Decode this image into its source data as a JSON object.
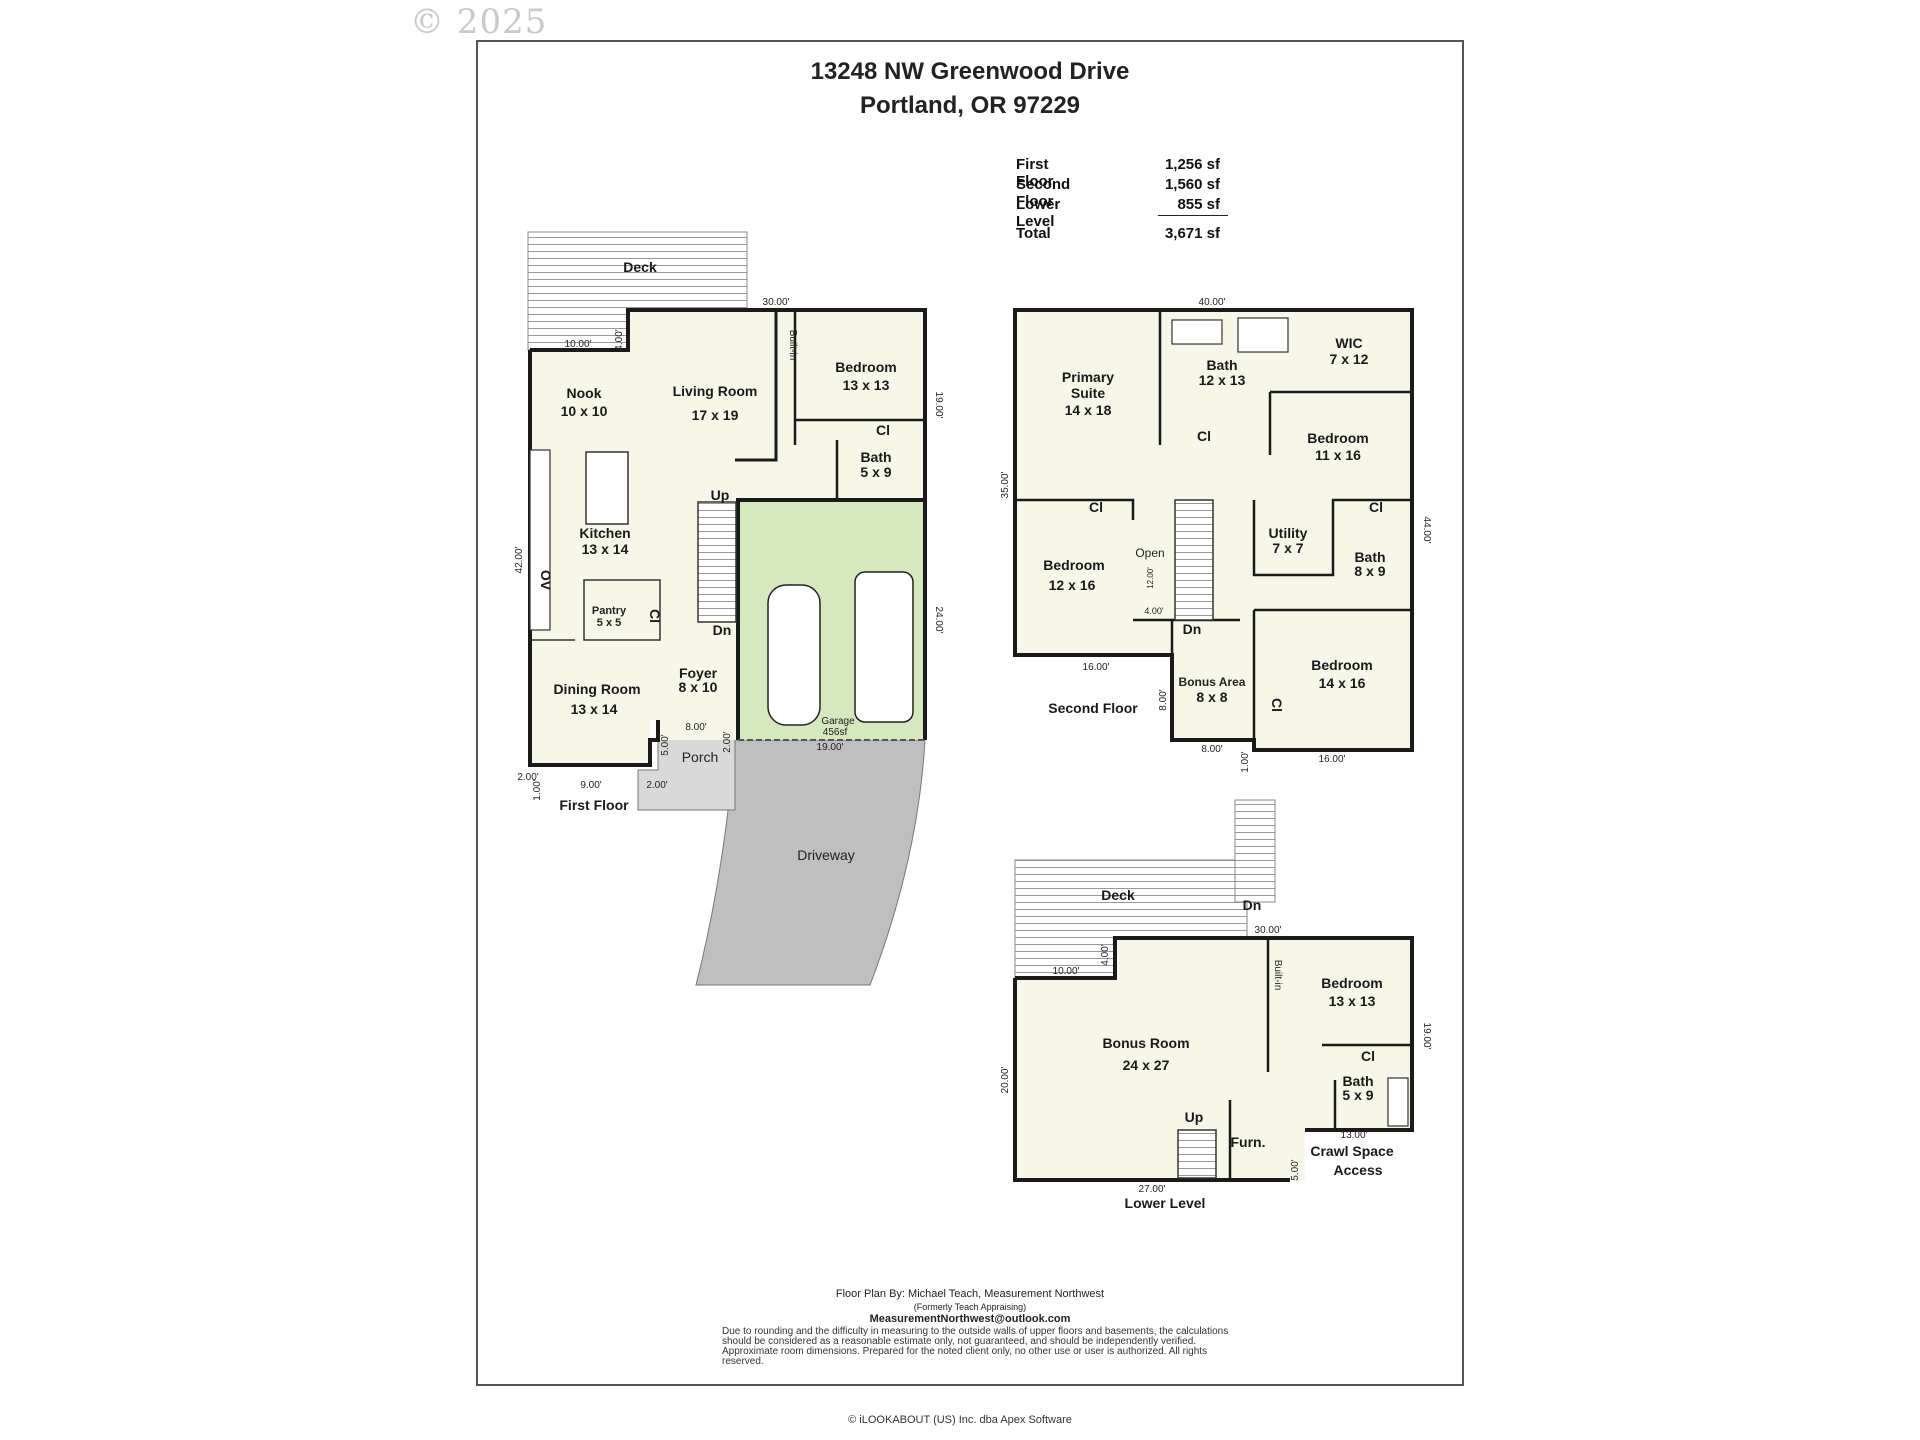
{
  "watermark": "© 2025",
  "address": {
    "line1": "13248 NW Greenwood Drive",
    "line2": "Portland, OR 97229"
  },
  "areas": [
    {
      "label": "First Floor",
      "value": "1,256 sf"
    },
    {
      "label": "Second Floor",
      "value": "1,560 sf"
    },
    {
      "label": "Lower Level",
      "value": "855 sf"
    },
    {
      "label": "Total",
      "value": "3,671 sf"
    }
  ],
  "floors": {
    "first": {
      "title": "First Floor"
    },
    "second": {
      "title": "Second Floor"
    },
    "lower": {
      "title": "Lower Level"
    }
  },
  "rooms": {
    "deck1": "Deck",
    "nook": "Nook",
    "nook_size": "10 x 10",
    "living": "Living Room",
    "living_size": "17 x 19",
    "builtin1": "Built-in",
    "bedroom1": "Bedroom",
    "bedroom1_size": "13 x 13",
    "cl": "Cl",
    "bath1": "Bath",
    "bath1_size": "5 x 9",
    "up": "Up",
    "dn": "Dn",
    "kitchen": "Kitchen",
    "kitchen_size": "13 x 14",
    "ov": "OV",
    "pantry": "Pantry",
    "pantry_size": "5 x 5",
    "dining": "Dining Room",
    "dining_size": "13 x 14",
    "foyer": "Foyer",
    "foyer_size": "8 x 10",
    "porch": "Porch",
    "garage": "Garage",
    "garage_size": "456sf",
    "driveway": "Driveway",
    "primary": "Primary",
    "suite": "Suite",
    "primary_size": "14 x 18",
    "bath2": "Bath",
    "bath2_size": "12 x 13",
    "wic": "WIC",
    "wic_size": "7 x 12",
    "bedroom2": "Bedroom",
    "bedroom2_size": "11 x 16",
    "bedroom3": "Bedroom",
    "bedroom3_size": "12 x 16",
    "open": "Open",
    "utility": "Utility",
    "utility_size": "7 x 7",
    "bath3": "Bath",
    "bath3_size": "8 x 9",
    "bonus_area": "Bonus Area",
    "bonus_area_size": "8 x 8",
    "bedroom4": "Bedroom",
    "bedroom4_size": "14 x 16",
    "deck2": "Deck",
    "builtin2": "Built-in",
    "bonus_room": "Bonus Room",
    "bonus_room_size": "24 x 27",
    "bedroom5": "Bedroom",
    "bedroom5_size": "13 x 13",
    "bath4": "Bath",
    "bath4_size": "5 x 9",
    "furn": "Furn.",
    "crawl1": "Crawl Space",
    "crawl2": "Access"
  },
  "dims": {
    "d30": "30.00'",
    "d10": "10.00'",
    "d4": "4.00'",
    "d19": "19.00'",
    "d42": "42.00'",
    "d24": "24.00'",
    "d8": "8.00'",
    "d2": "2.00'",
    "d5": "5.00'",
    "d9": "9.00'",
    "d1": "1.00'",
    "d40": "40.00'",
    "d35": "35.00'",
    "d44": "44.00'",
    "d16": "16.00'",
    "d12": "12.00'",
    "d20": "20.00'",
    "d13": "13.00'",
    "d27": "27.00'"
  },
  "credits": {
    "by": "Floor Plan By: Michael Teach, Measurement Northwest",
    "formerly": "(Formerly Teach Appraising)",
    "email": "MeasurementNorthwest@outlook.com",
    "disclaimer": "Due to rounding and the difficulty in measuring to the outside walls of upper floors and basements, the calculations should be considered as a reasonable estimate only, not guaranteed, and should be independently verified. Approximate room dimensions. Prepared for the noted client only, no other use or user is authorized. All rights reserved.",
    "software": "© iLOOKABOUT (US) Inc. dba Apex Software"
  }
}
